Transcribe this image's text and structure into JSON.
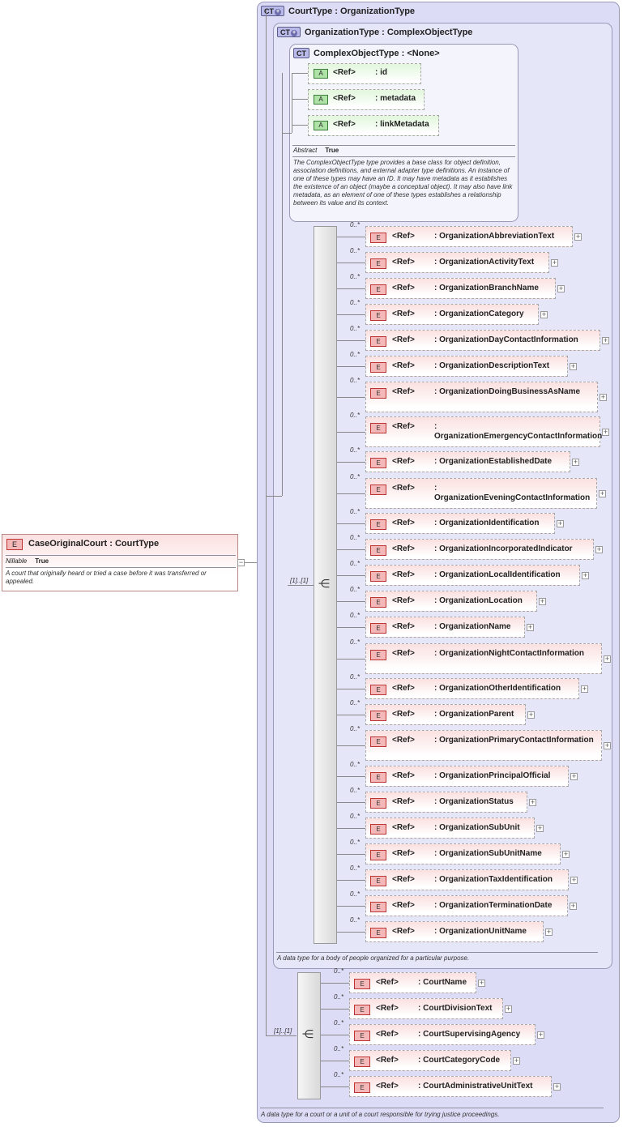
{
  "root": {
    "badge": "E",
    "title": "CaseOriginalCourt : CourtType",
    "prop_key": "Nillable",
    "prop_value": "True",
    "doc": "A court that originally heard or tried a case before it was transferred or appealed.",
    "collapse_symbol": "−"
  },
  "court_type": {
    "title": "CourtType : OrganizationType",
    "doc": "A data type for a court or a unit of a court responsible for trying justice proceedings."
  },
  "org_type": {
    "title": "OrganizationType : ComplexObjectType",
    "doc": "A data type for a body of people organized for a particular purpose."
  },
  "cot": {
    "badge": "CT",
    "title": "ComplexObjectType : <None>",
    "prop_key": "Abstract",
    "prop_value": "True",
    "doc": "The ComplexObjectType type provides a base class for object definition, association definitions, and external adapter type definitions. An instance of one of these types may have an ID. It may have metadata as it establishes the existence of an object (maybe a conceptual object). It may also have link metadata, as an element of one of these types establishes a relationship between its value and its context."
  },
  "badges": {
    "ct": "CT",
    "element": "E",
    "attribute": "A",
    "expand": "+"
  },
  "ref_label": "<Ref>",
  "attributes": [
    {
      "name": ": id"
    },
    {
      "name": ": metadata"
    },
    {
      "name": ": linkMetadata"
    }
  ],
  "org_sequence_multiplicity": "[1]..[1]",
  "court_sequence_multiplicity": "[1]..[1]",
  "org_elements": [
    {
      "mult": "0..*",
      "name": ": OrganizationAbbreviationText"
    },
    {
      "mult": "0..*",
      "name": ": OrganizationActivityText"
    },
    {
      "mult": "0..*",
      "name": ": OrganizationBranchName"
    },
    {
      "mult": "0..*",
      "name": ": OrganizationCategory"
    },
    {
      "mult": "0..*",
      "name": ": OrganizationDayContactInformation"
    },
    {
      "mult": "0..*",
      "name": ": OrganizationDescriptionText"
    },
    {
      "mult": "0..*",
      "name": ": OrganizationDoingBusinessAsName"
    },
    {
      "mult": "0..*",
      "name": ": OrganizationEmergencyContactInformation"
    },
    {
      "mult": "0..*",
      "name": ": OrganizationEstablishedDate"
    },
    {
      "mult": "0..*",
      "name": ": OrganizationEveningContactInformation"
    },
    {
      "mult": "0..*",
      "name": ": OrganizationIdentification"
    },
    {
      "mult": "0..*",
      "name": ": OrganizationIncorporatedIndicator"
    },
    {
      "mult": "0..*",
      "name": ": OrganizationLocalIdentification"
    },
    {
      "mult": "0..*",
      "name": ": OrganizationLocation"
    },
    {
      "mult": "0..*",
      "name": ": OrganizationName"
    },
    {
      "mult": "0..*",
      "name": ": OrganizationNightContactInformation"
    },
    {
      "mult": "0..*",
      "name": ": OrganizationOtherIdentification"
    },
    {
      "mult": "0..*",
      "name": ": OrganizationParent"
    },
    {
      "mult": "0..*",
      "name": ": OrganizationPrimaryContactInformation"
    },
    {
      "mult": "0..*",
      "name": ": OrganizationPrincipalOfficial"
    },
    {
      "mult": "0..*",
      "name": ": OrganizationStatus"
    },
    {
      "mult": "0..*",
      "name": ": OrganizationSubUnit"
    },
    {
      "mult": "0..*",
      "name": ": OrganizationSubUnitName"
    },
    {
      "mult": "0..*",
      "name": ": OrganizationTaxIdentification"
    },
    {
      "mult": "0..*",
      "name": ": OrganizationTerminationDate"
    },
    {
      "mult": "0..*",
      "name": ": OrganizationUnitName"
    }
  ],
  "court_elements": [
    {
      "mult": "0..*",
      "name": ": CourtName"
    },
    {
      "mult": "0..*",
      "name": ": CourtDivisionText"
    },
    {
      "mult": "0..*",
      "name": ": CourtSupervisingAgency"
    },
    {
      "mult": "0..*",
      "name": ": CourtCategoryCode"
    },
    {
      "mult": "0..*",
      "name": ": CourtAdministrativeUnitText"
    }
  ]
}
